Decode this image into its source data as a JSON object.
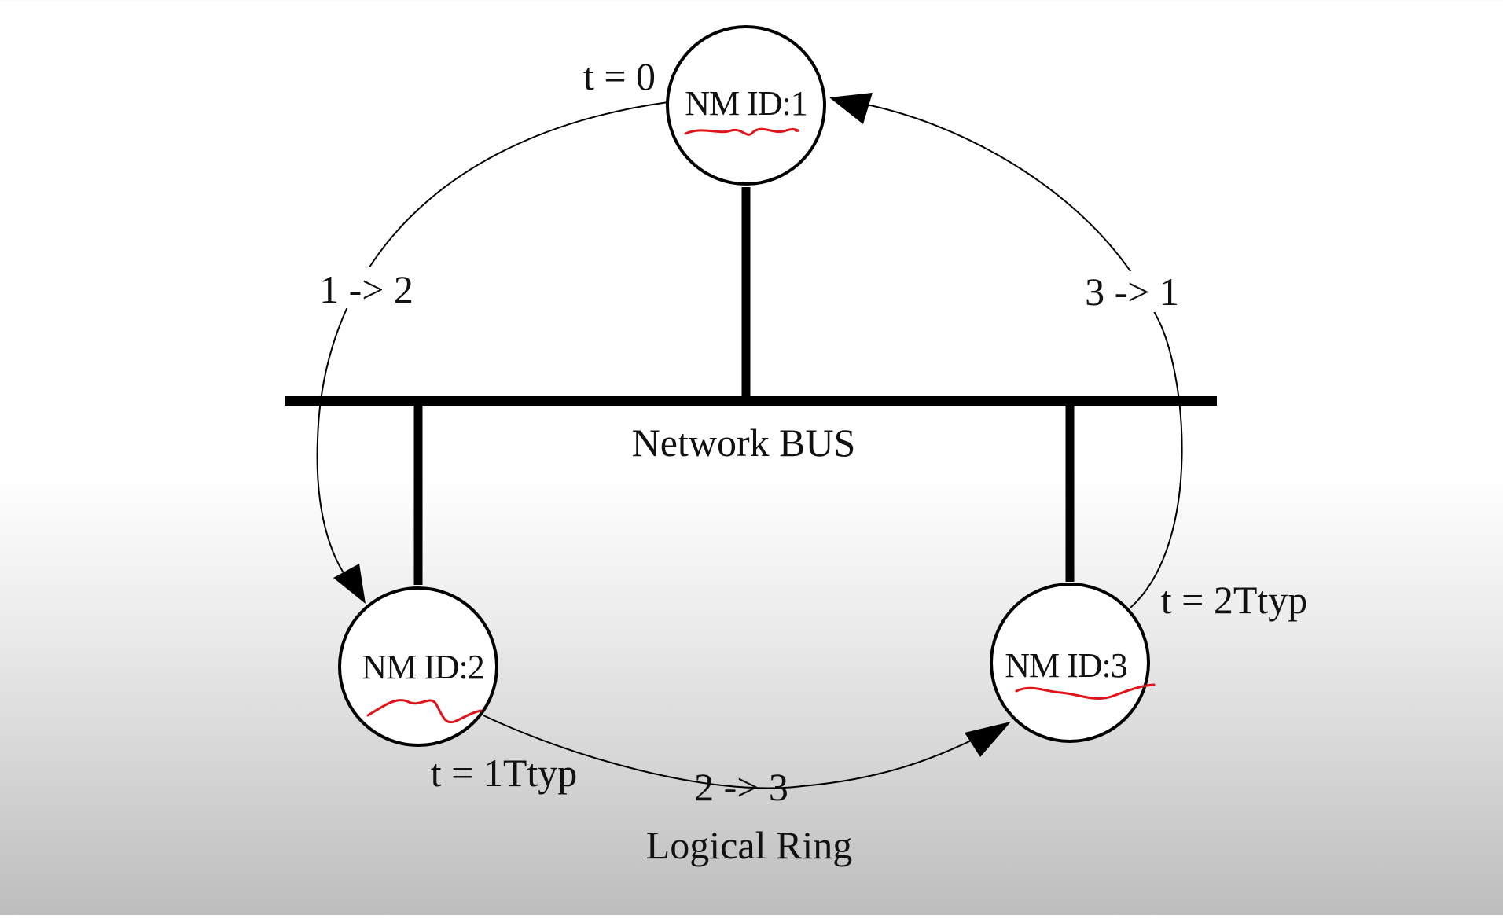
{
  "diagram": {
    "nodes": [
      {
        "id": "n1",
        "label": "NM ID:1"
      },
      {
        "id": "n2",
        "label": "NM ID:2"
      },
      {
        "id": "n3",
        "label": "NM ID:3"
      }
    ],
    "bus_label": "Network BUS",
    "ring_label": "Logical Ring",
    "edges": [
      {
        "from": "n1",
        "to": "n2",
        "label": "1 -> 2"
      },
      {
        "from": "n2",
        "to": "n3",
        "label": "2 -> 3"
      },
      {
        "from": "n3",
        "to": "n1",
        "label": "3 -> 1"
      }
    ],
    "time_labels": {
      "t0": "t = 0",
      "t1": "t = 1Ttyp",
      "t2": "t = 2Ttyp"
    },
    "colors": {
      "line": "#000000",
      "annotation": "#e0141a"
    }
  }
}
